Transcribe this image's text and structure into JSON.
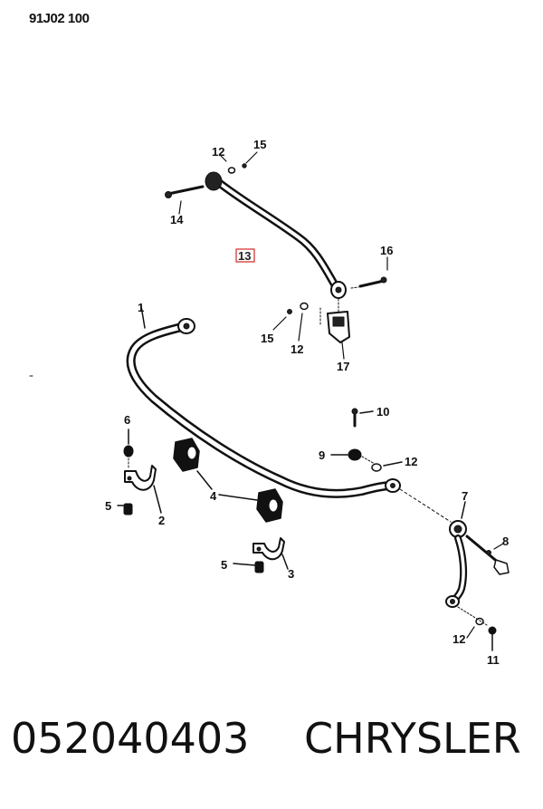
{
  "figure_code": "91J02 100",
  "callouts": {
    "c1": "1",
    "c2": "2",
    "c3": "3",
    "c4": "4",
    "c5a": "5",
    "c5b": "5",
    "c6": "6",
    "c7": "7",
    "c8": "8",
    "c9": "9",
    "c10": "10",
    "c11": "11",
    "c12a": "12",
    "c12b": "12",
    "c12c": "12",
    "c12d": "12",
    "c13": "13",
    "c14": "14",
    "c15a": "15",
    "c15b": "15",
    "c16": "16",
    "c17": "17"
  },
  "highlight_color": "#d9534f",
  "footer": {
    "part_number": "052040403",
    "brand": "CHRYSLER"
  }
}
